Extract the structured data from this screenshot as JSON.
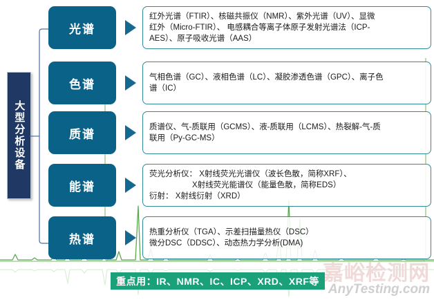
{
  "root": {
    "label": "大型分析设备"
  },
  "rows": [
    {
      "category": "光谱",
      "arrow_icon": "triangle-right-icon",
      "lines": [
        "红外光谱（FTIR）、核磁共振仪（NMR）、紫外光谱（UV）、显微",
        "红外（Micro-FTIR）、 电感耦合等离子体原子发射光谱法（ICP-",
        "AES）、原子吸收光谱（AAS）"
      ]
    },
    {
      "category": "色谱",
      "arrow_icon": "triangle-right-icon",
      "lines": [
        "气相色谱（GC）、液相色谱（LC）、凝胶渗透色谱（GPC）、离子色",
        "谱（IC）"
      ]
    },
    {
      "category": "质谱",
      "arrow_icon": "triangle-right-icon",
      "lines": [
        "质谱仪、气-质联用（GCMS）、液-质联用（LCMS）、热裂解-气-质",
        "联用（Py-GC-MS）"
      ]
    },
    {
      "category": "能谱",
      "arrow_icon": "triangle-right-icon",
      "lines": [
        "荧光分析仪： X射线荧光光谱仪（波长色散，简称XRF）、",
        "X射线荧光能谱仪（能量色散，简称EDS）",
        "衍射： X射线衍射（XRD）"
      ]
    },
    {
      "category": "热谱",
      "arrow_icon": "triangle-right-icon",
      "lines": [
        "热重分析仪（TGA）、示差扫描量热仪（DSC）",
        "微分DSC（DDSC）、动态热力学分析(DMA)"
      ]
    }
  ],
  "footer": {
    "label": "重点用：IR、NMR、IC、ICP、XRD、XRF等"
  },
  "watermark": {
    "cn": "嘉峪检测网",
    "en": "AnyTesting.com"
  },
  "colors": {
    "root_panel": "#1f3864",
    "category_box": "#0b6288",
    "arrow": "#15688f",
    "text_box_border": "#2e8b96",
    "footer_banner": "#1aa179",
    "chromatogram": "#5aa84f",
    "connector": "#4a6fa5"
  }
}
